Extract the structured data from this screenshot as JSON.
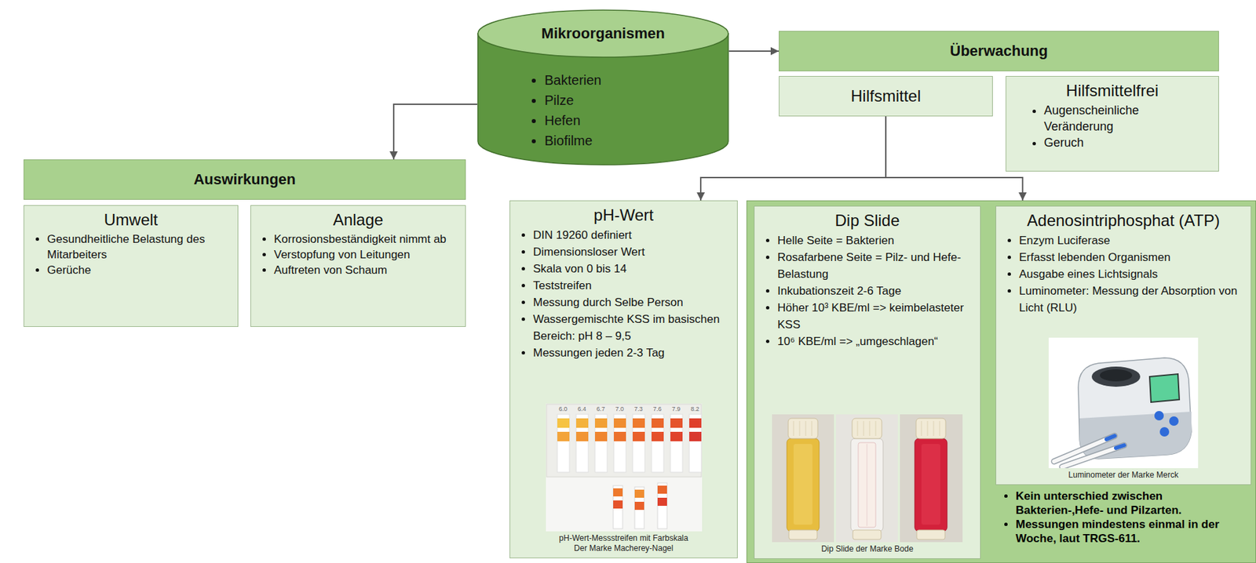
{
  "diagram": {
    "nodes": [
      {
        "text": [
          "Mikroorganismen",
          "Bakterien",
          "Pilze",
          "Hefen",
          "Biofilme"
        ]
      },
      {
        "text": [
          "Überwachung"
        ]
      },
      {
        "text": [
          "Hilfsmittel"
        ]
      },
      {
        "text": [
          "Hilfsmittelfrei",
          "Augenscheinliche Veränderung",
          "Geruch"
        ]
      },
      {
        "text": [
          "Auswirkungen"
        ]
      },
      {
        "text": [
          "Umwelt",
          "Gesundheitliche Belastung des Mitarbeiters",
          "Gerüche"
        ]
      },
      {
        "text": [
          "Anlage",
          "Korrosionsbeständigkeit nimmt ab",
          "Verstopfung von Leitungen",
          "Auftreten von Schaum"
        ]
      },
      {
        "text": [
          "pH-Wert",
          "DIN 19260 definiert",
          "Dimensionsloser Wert",
          "Skala von 0 bis 14",
          "Teststreifen",
          "Messung durch Selbe Person",
          "Wassergemischte KSS im basischen Bereich: pH 8 – 9,5",
          "Messungen jeden 2-3 Tag"
        ]
      },
      {
        "text": [
          "Kein unterschied zwischen Bakterien-,Hefe- und Pilzarten.",
          "Messungen mindestens einmal in der Woche, laut TRGS-611."
        ]
      },
      {
        "text": [
          "Dip Slide",
          "Helle Seite = Bakterien",
          "Rosafarbene Seite = Pilz- und Hefe-Belastung",
          "Inkubationszeit 2-6 Tage",
          "Höher 10³ KBE/ml => keimbelasteter KSS",
          "10⁶ KBE/ml => „umgeschlagen“"
        ],
        "in": 8
      },
      {
        "text": [
          "Adenosintriphosphat (ATP)",
          "Enzym Luciferase",
          "Erfasst lebenden Organismen",
          "Ausgabe eines Lichtsignals",
          "Luminometer: Messung der Absorption von Licht (RLU)"
        ],
        "in": 8
      }
    ],
    "edges": [
      {
        "from": 0,
        "to": 1,
        "arrow": "to"
      },
      {
        "from": 0,
        "to": 4,
        "arrow": "to"
      },
      {
        "from": 2,
        "to": 7,
        "arrow": "to"
      },
      {
        "from": 2,
        "to": 8,
        "arrow": "to"
      }
    ],
    "labels": [
      "6.0",
      "6.4",
      "6.7",
      "7.0",
      "7.3",
      "7.6",
      "7.9",
      "8.2",
      "pH-Wert-Messstreifen mit Farbskala Der Marke Macherey-Nagel",
      "Dip Slide der Marke Bode",
      "Luminometer der Marke Merck"
    ]
  }
}
